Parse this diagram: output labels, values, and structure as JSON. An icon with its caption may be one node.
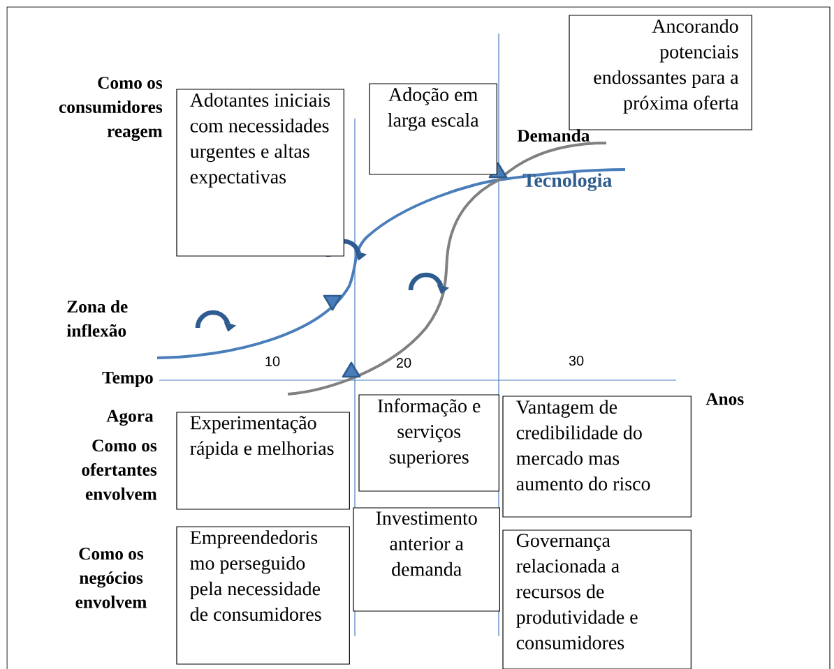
{
  "diagram": {
    "nodes": [
      {
        "text": [
          "Adotantes iniciais com necessidades urgentes e altas expectativas"
        ]
      },
      {
        "text": [
          "Adoção em larga escala"
        ]
      },
      {
        "text": [
          "Ancorando potenciais endossantes para a próxima oferta"
        ]
      },
      {
        "text": [
          "Experimentação rápida e melhorias"
        ]
      },
      {
        "text": [
          "Informação e serviços superiores"
        ]
      },
      {
        "text": [
          "Vantagem de credibilidade do mercado mas aumento do risco"
        ]
      },
      {
        "text": [
          "Empreendedoris mo perseguido pela necessidade de consumidores"
        ]
      },
      {
        "text": [
          "Investimento anterior a demanda"
        ]
      },
      {
        "text": [
          "Governança relacionada a recursos de produtividade e consumidores"
        ]
      }
    ],
    "labels": [
      "Como os consumidores reagem",
      "Demanda",
      "Tecnologia",
      "Zona de inflexão",
      "10",
      "20",
      "30",
      "Tempo",
      "Anos",
      "Agora",
      "Como os ofertantes envolvem",
      "Como os negócios envolvem"
    ]
  }
}
